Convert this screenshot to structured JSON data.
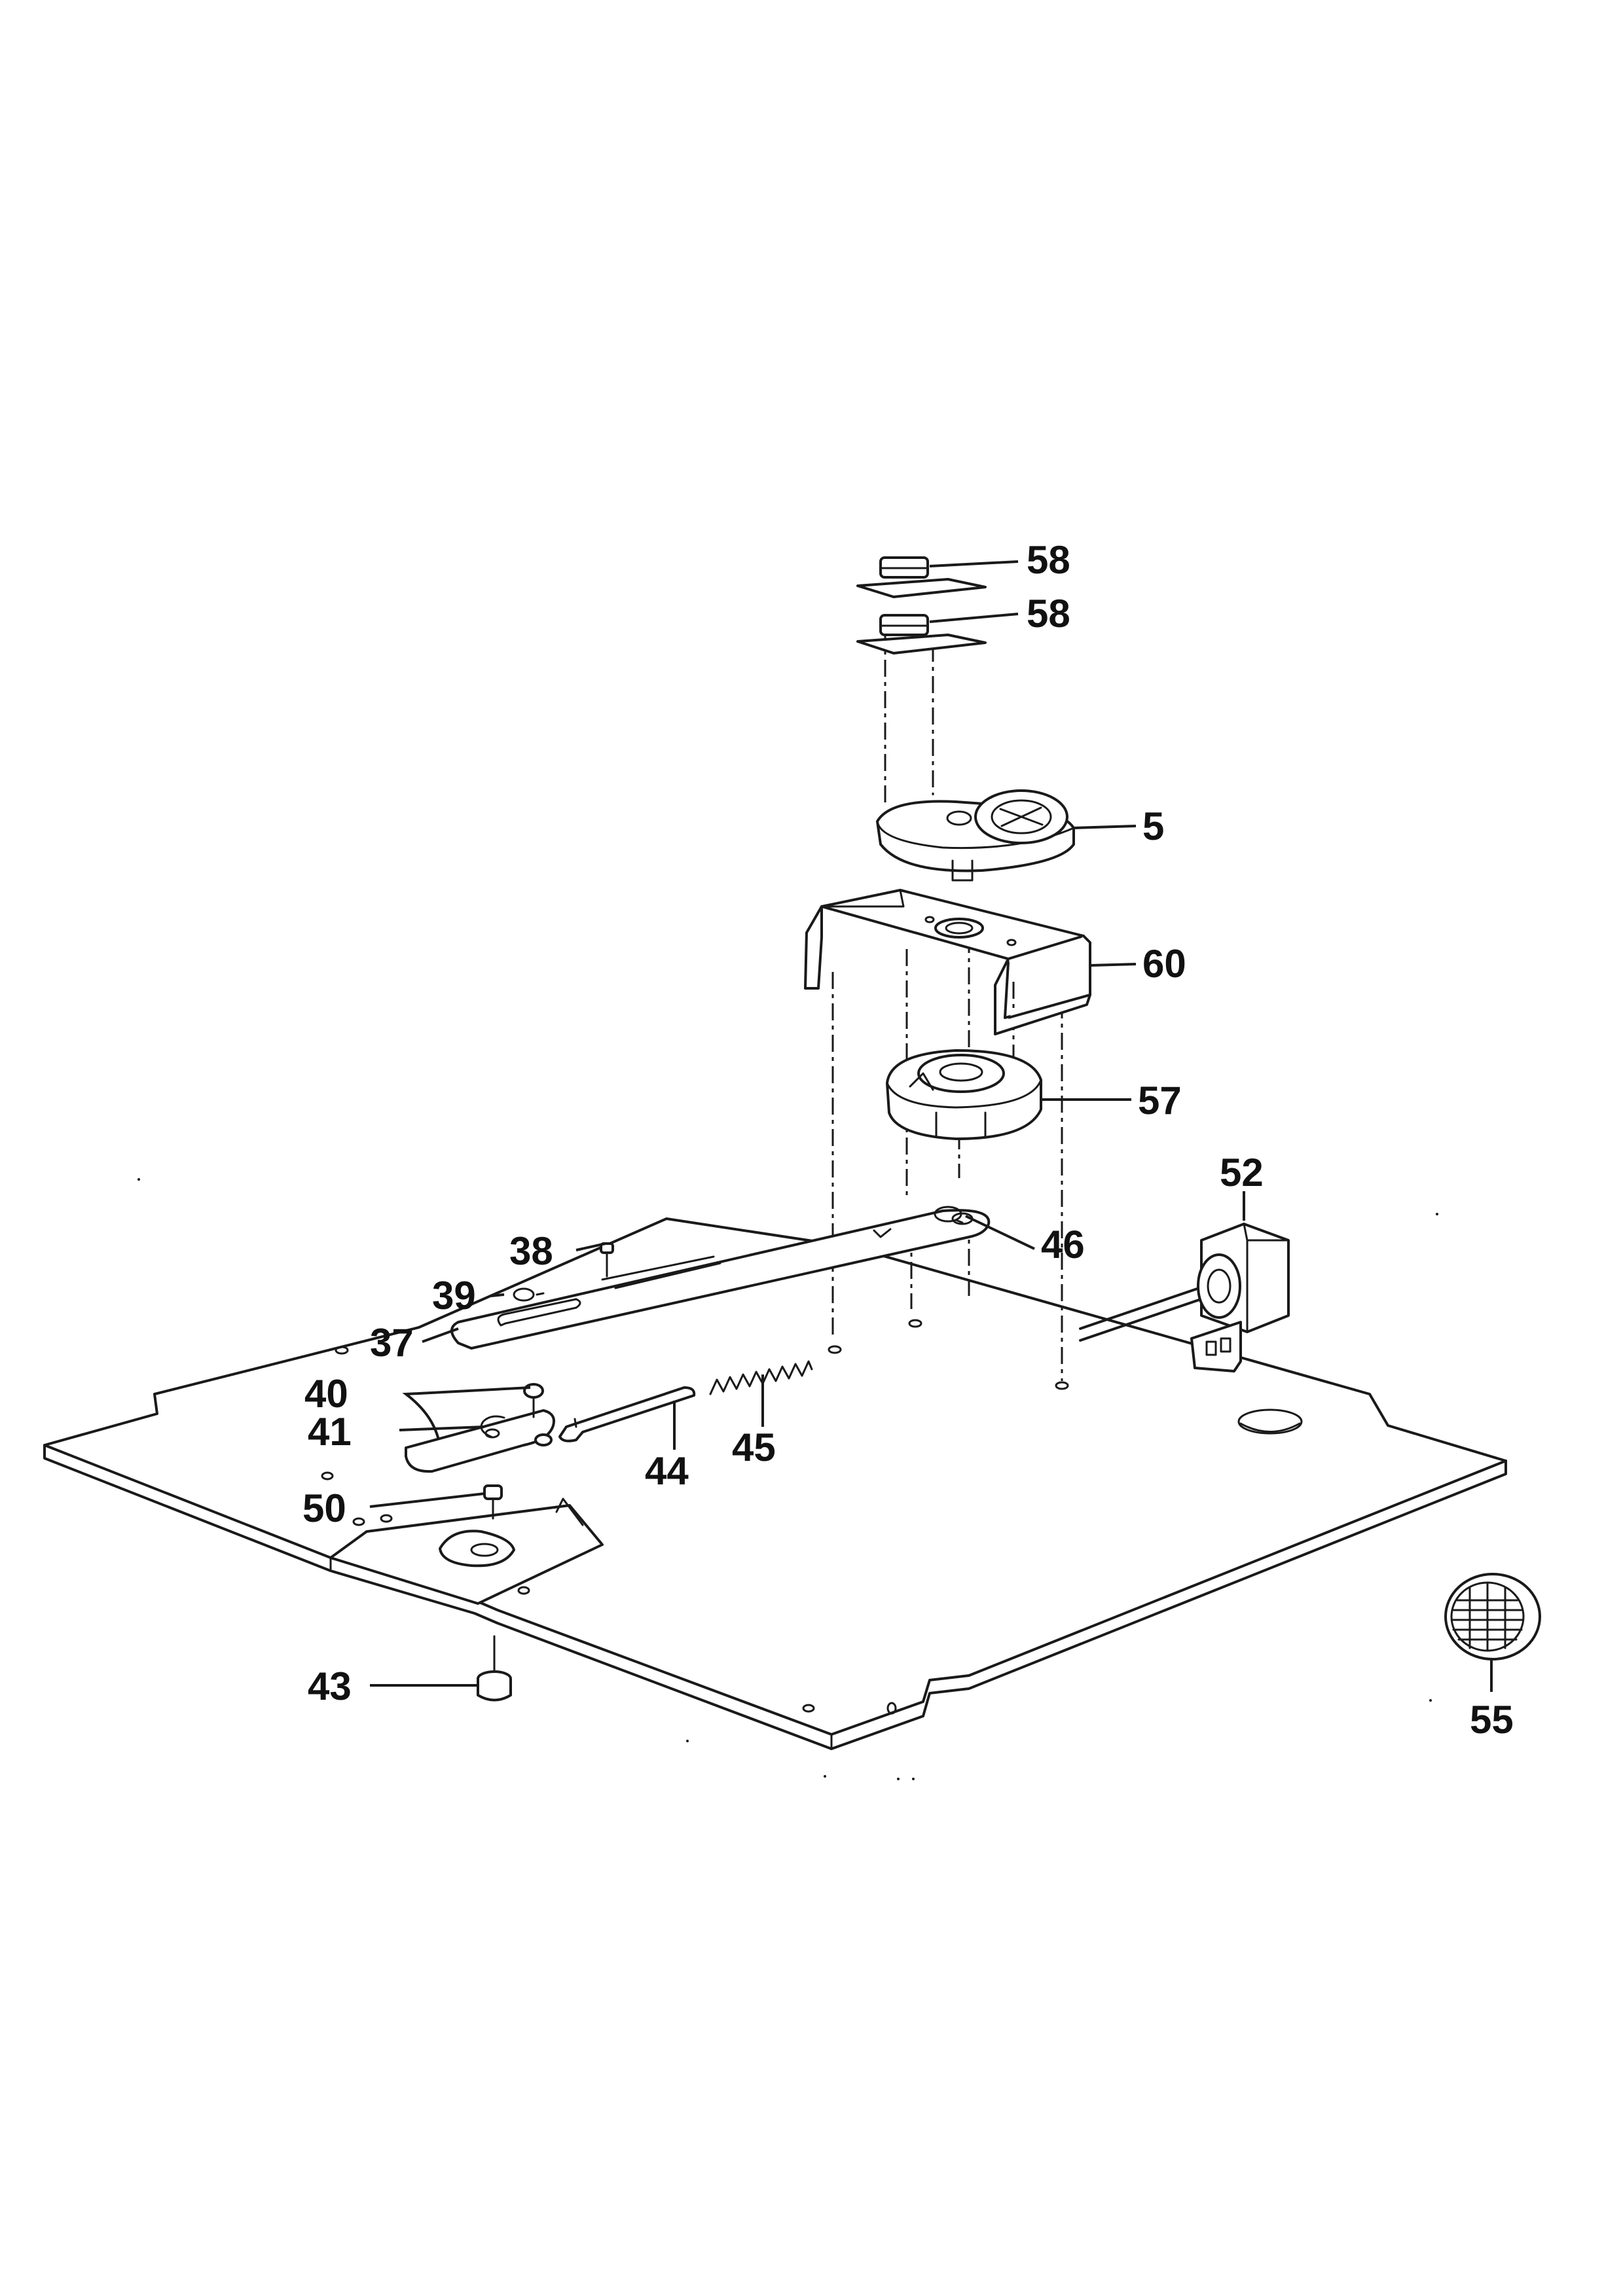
{
  "diagram": {
    "labels": {
      "l58a": "58",
      "l58b": "58",
      "l5": "5",
      "l60": "60",
      "l57": "57",
      "l52": "52",
      "l38": "38",
      "l46": "46",
      "l39": "39",
      "l37": "37",
      "l40": "40",
      "l41": "41",
      "l44": "44",
      "l45": "45",
      "l50": "50",
      "l43": "43",
      "l55": "55"
    }
  }
}
